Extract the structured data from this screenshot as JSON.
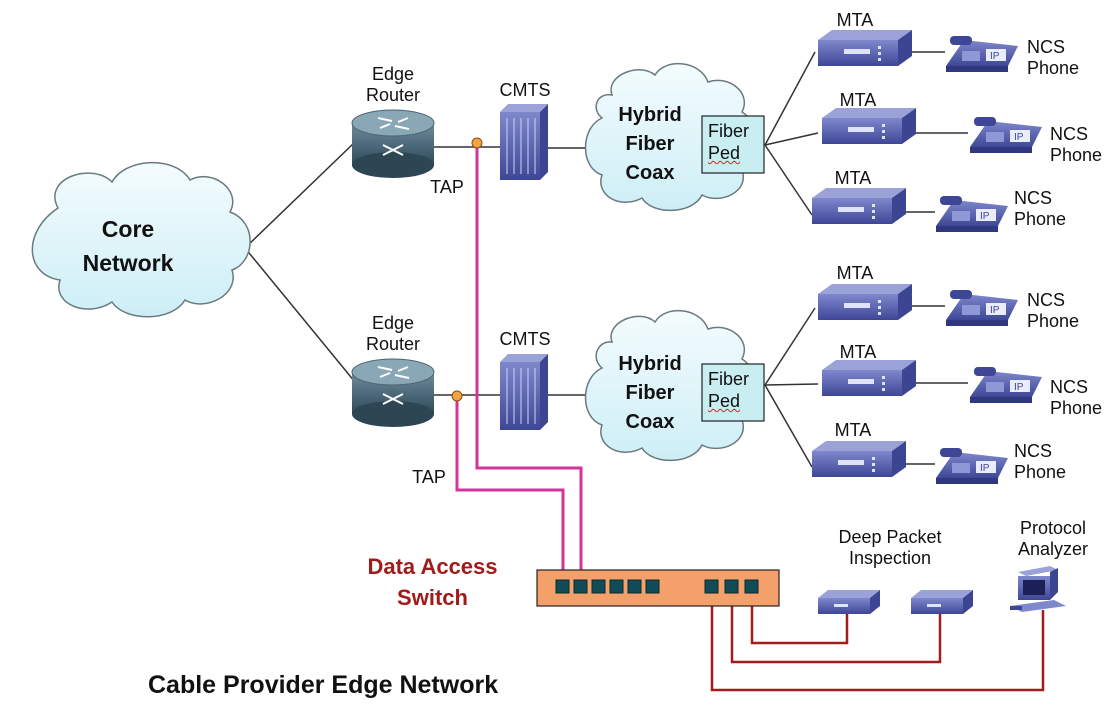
{
  "diagram": {
    "title": "Cable Provider Edge Network",
    "core": {
      "line1": "Core",
      "line2": "Network"
    },
    "branches": [
      {
        "router": {
          "line1": "Edge",
          "line2": "Router"
        },
        "tap": "TAP",
        "cmts": "CMTS",
        "hfc": {
          "line1": "Hybrid",
          "line2": "Fiber",
          "line3": "Coax"
        },
        "fiber_ped": {
          "line1": "Fiber",
          "line2": "Ped"
        },
        "endpoints": [
          {
            "mta": "MTA",
            "phone_line1": "NCS",
            "phone_line2": "Phone"
          },
          {
            "mta": "MTA",
            "phone_line1": "NCS",
            "phone_line2": "Phone"
          },
          {
            "mta": "MTA",
            "phone_line1": "NCS",
            "phone_line2": "Phone"
          }
        ]
      },
      {
        "router": {
          "line1": "Edge",
          "line2": "Router"
        },
        "tap": "TAP",
        "cmts": "CMTS",
        "hfc": {
          "line1": "Hybrid",
          "line2": "Fiber",
          "line3": "Coax"
        },
        "fiber_ped": {
          "line1": "Fiber",
          "line2": "Ped"
        },
        "endpoints": [
          {
            "mta": "MTA",
            "phone_line1": "NCS",
            "phone_line2": "Phone"
          },
          {
            "mta": "MTA",
            "phone_line1": "NCS",
            "phone_line2": "Phone"
          },
          {
            "mta": "MTA",
            "phone_line1": "NCS",
            "phone_line2": "Phone"
          }
        ]
      }
    ],
    "switch": {
      "line1": "Data Access",
      "line2": "Switch"
    },
    "dpi": {
      "line1": "Deep Packet",
      "line2": "Inspection"
    },
    "analyzer": {
      "line1": "Protocol",
      "line2": "Analyzer"
    },
    "phone_screen_text": "IP",
    "colors": {
      "device_blue": "#5a65b4",
      "tap_line": "#d1349e",
      "monitor_line": "#a31b1b",
      "switch_fill": "#f4a06b",
      "switch_label": "#a01c1c",
      "fiber_ped_fill": "#c9eef2",
      "cloud_fill": "#dff6fb"
    }
  }
}
